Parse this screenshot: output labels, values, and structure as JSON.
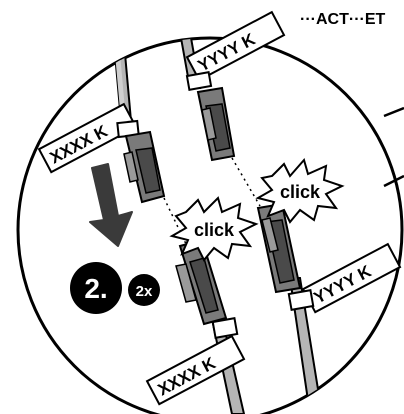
{
  "header": {
    "label": "···ACT···ET"
  },
  "cable_labels": {
    "top_left": "XXXX K",
    "top_right": "YYYY K",
    "bottom_left": "XXXX K",
    "bottom_right": "YYYY K"
  },
  "click_bursts": {
    "left": "click",
    "right": "click"
  },
  "step": {
    "number": "2.",
    "multiplier": "2x"
  },
  "colors": {
    "outline": "#000000",
    "connector_fill": "#7a7a7a",
    "connector_dark": "#4a4a4a",
    "cable_fill": "#b5b5b5",
    "arrow_fill": "#3a3a3a",
    "badge_fill": "#000000",
    "badge_text": "#ffffff"
  }
}
